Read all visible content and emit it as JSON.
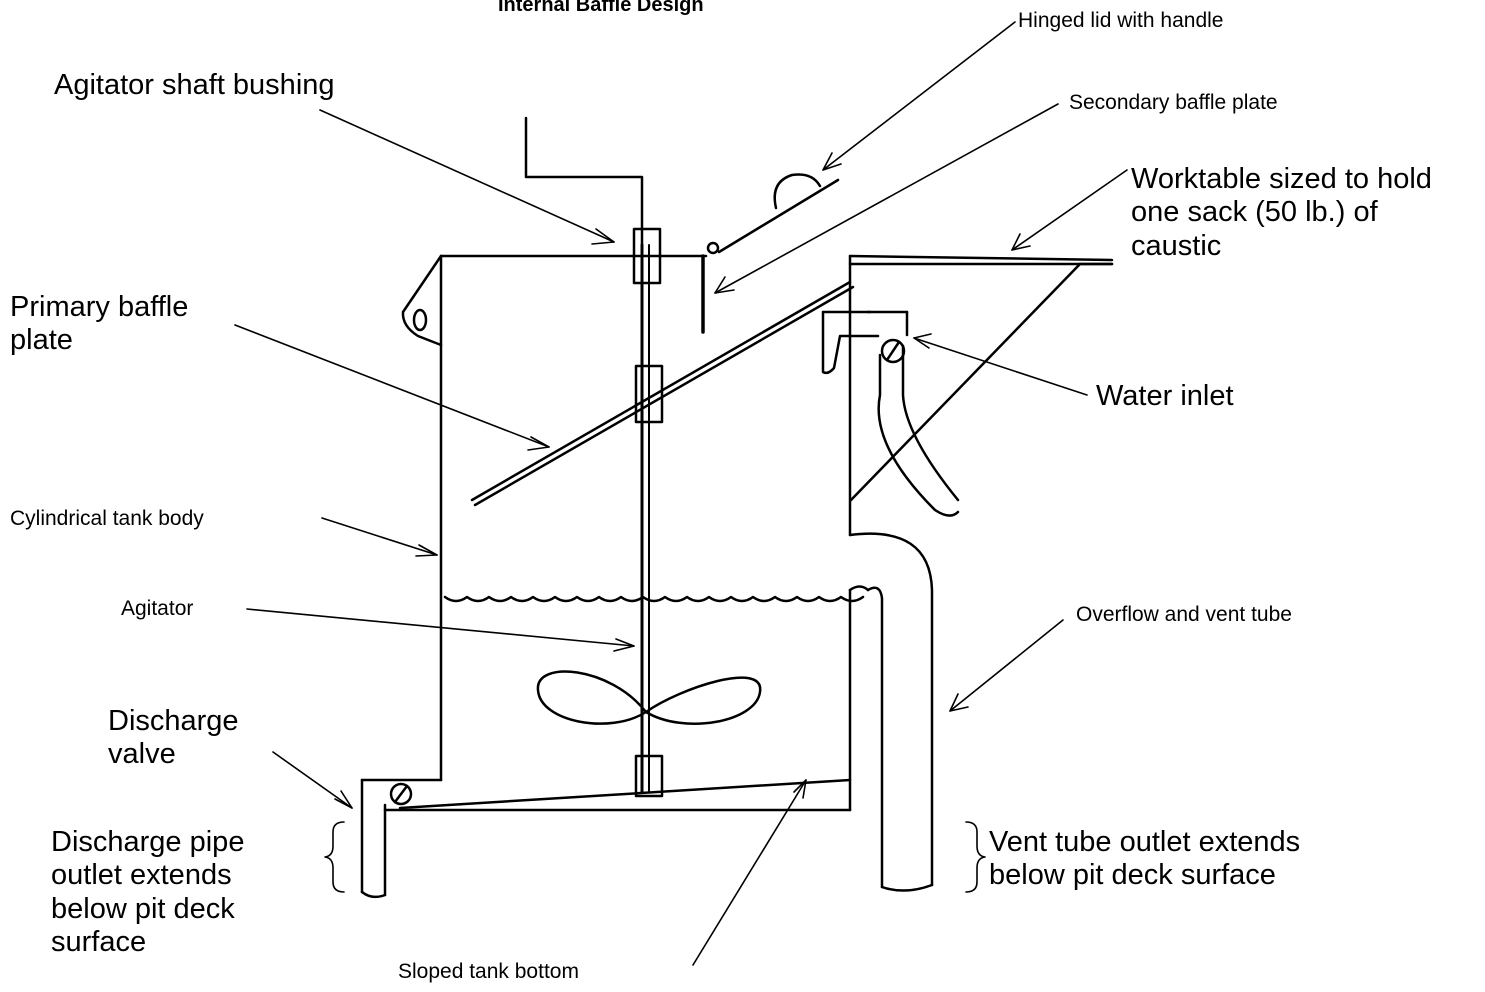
{
  "title": "Internal Baffle Design",
  "labels": {
    "hinged_lid": "Hinged lid with handle",
    "shaft_bushing": "Agitator shaft bushing",
    "secondary_baffle": "Secondary baffle plate",
    "worktable_line1": "Worktable sized to hold",
    "worktable_line2": "one sack (50 lb.) of",
    "worktable_line3": "caustic",
    "primary_baffle_line1": "Primary baffle",
    "primary_baffle_line2": "plate",
    "water_inlet": "Water inlet",
    "tank_body": "Cylindrical tank body",
    "agitator": "Agitator",
    "overflow_vent": "Overflow and vent tube",
    "discharge_valve_line1": "Discharge",
    "discharge_valve_line2": "valve",
    "discharge_pipe_line1": "Discharge pipe",
    "discharge_pipe_line2": "outlet extends",
    "discharge_pipe_line3": "below pit deck",
    "discharge_pipe_line4": "surface",
    "vent_outlet_line1": "Vent tube outlet extends",
    "vent_outlet_line2": "below pit deck surface",
    "sloped_bottom": "Sloped tank bottom"
  },
  "colors": {
    "ink": "#000000",
    "background": "#ffffff"
  }
}
